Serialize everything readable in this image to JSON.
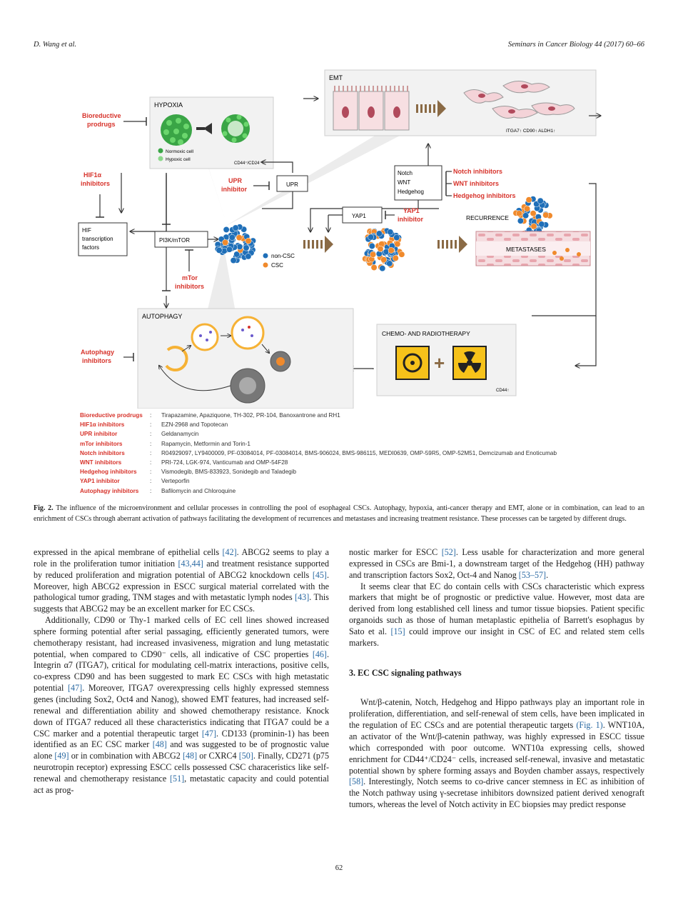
{
  "header": {
    "left": "D. Wang et al.",
    "right": "Seminars in Cancer Biology 44 (2017) 60–66"
  },
  "figure": {
    "emt_title": "EMT",
    "emt_markers": "ITGA7↑ CD90↑ ALDH1↑",
    "hypoxia_title": "HYPOXIA",
    "normoxic_cell": "Normoxic cell",
    "hypoxic_cell": "Hypoxic cell",
    "hypoxia_marker": "CD44⁺/CD24⁻↑",
    "bioreductive_1": "Bioreductive",
    "bioreductive_2": "prodrugs",
    "hif1a_1": "HIF1α",
    "hif1a_2": "inhibitors",
    "upr_inhibitor_1": "UPR",
    "upr_inhibitor_2": "inhibitor",
    "upr_box": "UPR",
    "notch": "Notch",
    "wnt": "WNT",
    "hedgehog": "Hedgehog",
    "notch_inhibitors": "Notch inhibitors",
    "wnt_inhibitors": "WNT inhibitors",
    "hedgehog_inhibitors": "Hedgehog inhibitors",
    "hif_box_1": "HIF",
    "hif_box_2": "transcription",
    "hif_box_3": "factors",
    "pi3k_box": "PI3K/mTOR",
    "yap1_box": "YAP1",
    "yap1_inhibitor_1": "YAP1",
    "yap1_inhibitor_2": "inhibitor",
    "recurrence": "RECURRENCE",
    "metastases": "METASTASES",
    "non_csc": "non-CSC",
    "csc": "CSC",
    "mtor_1": "mTor",
    "mtor_2": "inhibitors",
    "autophagy_title": "AUTOPHAGY",
    "autophagy_inh_1": "Autophagy",
    "autophagy_inh_2": "inhibitors",
    "chemo_title": "CHEMO- AND RADIOTHERAPY",
    "chemo_marker": "CD44↑",
    "plus": "+"
  },
  "legend": [
    {
      "name": "Bioreductive prodrugs",
      "desc": "Tirapazamine, Apaziquone, TH-302, PR-104, Banoxantrone and RH1"
    },
    {
      "name": "HIF1α inhibitors",
      "desc": "EZN-2968 and Topotecan"
    },
    {
      "name": "UPR inhibitor",
      "desc": "Geldanamycin"
    },
    {
      "name": "mTor inhibitors",
      "desc": "Rapamycin, Metformin and Torin-1"
    },
    {
      "name": "Notch inhibitors",
      "desc": "R04929097, LY9400009, PF-03084014, PF-03084014, BMS-906024, BMS-986115, MEDI0639, OMP-59R5, OMP-52M51, Demcizumab and Enoticumab"
    },
    {
      "name": "WNT inhibitors",
      "desc": "PRI-724, LGK-974, Vanticumab and OMP-54F28"
    },
    {
      "name": "Hedgehog inhibitors",
      "desc": "Vismodegib, BMS-833923, Sonidegib and Taladegib"
    },
    {
      "name": "YAP1 inhibitor",
      "desc": "Verteporfin"
    },
    {
      "name": "Autophagy inhibitors",
      "desc": "Bafilomycin and Chloroquine"
    }
  ],
  "legend_colon": ":",
  "caption": {
    "label": "Fig. 2.",
    "text": " The influence of the microenvironment and cellular processes in controlling the pool of esophageal CSCs. Autophagy, hypoxia, anti-cancer therapy and EMT, alone or in combination, can lead to an enrichment of CSCs through aberrant activation of pathways facilitating the development of recurrences and metastases and increasing treatment resistance. These processes can be targeted by different drugs."
  },
  "left_col": {
    "p1": [
      "expressed in the apical membrane of epithelial cells ",
      "[42]",
      ". ABCG2 seems to play a role in the proliferation tumor initiation ",
      "[43,44]",
      " and treatment resistance supported by reduced proliferation and migration potential of ABCG2 knockdown cells ",
      "[45]",
      ". Moreover, high ABCG2 expression in ESCC surgical material correlated with the pathological tumor grading, TNM stages and with metastatic lymph nodes ",
      "[43]",
      ". This suggests that ABCG2 may be an excellent marker for EC CSCs."
    ],
    "p2": [
      "Additionally, CD90 or Thy-1 marked cells of EC cell lines showed increased sphere forming potential after serial passaging, efficiently generated tumors, were chemotherapy resistant, had increased invasiveness, migration and lung metastatic potential, when compared to CD90⁻ cells, all indicative of CSC properties ",
      "[46]",
      ". Integrin α7 (ITGA7), critical for modulating cell-matrix interactions, positive cells, co-express CD90 and has been suggested to mark EC CSCs with high metastatic potential ",
      "[47]",
      ". Moreover, ITGA7 overexpressing cells highly expressed stemness genes (including Sox2, Oct4 and Nanog), showed EMT features, had increased self-renewal and differentiation ability and showed chemotherapy resistance. Knock down of ITGA7 reduced all these characteristics indicating that ITGA7 could be a CSC marker and a potential therapeutic target ",
      "[47]",
      ". CD133 (prominin-1) has been identified as an EC CSC marker ",
      "[48]",
      " and was suggested to be of prognostic value alone ",
      "[49]",
      " or in combination with ABCG2 ",
      "[48]",
      " or CXRC4 ",
      "[50]",
      ". Finally, CD271 (p75 neurotropin receptor) expressing ESCC cells possessed CSC characeristics like self-renewal and chemotherapy resistance ",
      "[51]",
      ", metastatic capacity and could potential act as prog-"
    ]
  },
  "right_col": {
    "p1": [
      "nostic marker for ESCC ",
      "[52]",
      ". Less usable for characterization and more general expressed in CSCs are Bmi-1, a downstream target of the Hedgehog (HH) pathway and transcription factors Sox2, Oct-4 and Nanog ",
      "[53–57]",
      "."
    ],
    "p2": [
      "It seems clear that EC do contain cells with CSCs characteristic which express markers that might be of prognostic or predictive value. However, most data are derived from long established cell liness and tumor tissue biopsies. Patient specific organoids such as those of human metaplastic epithelia of Barrett's esophagus by Sato et al. ",
      "[15]",
      " could improve our insight in CSC of EC and related stem cells markers."
    ],
    "section": "3. EC CSC signaling pathways",
    "p3": [
      "Wnt/β-catenin, Notch, Hedgehog and Hippo pathways play an important role in proliferation, differentiation, and self-renewal of stem cells, have been implicated in the regulation of EC CSCs and are potential therapeutic targets ",
      "(Fig. 1)",
      ". WNT10A, an activator of the Wnt/β-catenin pathway, was highly expressed in ESCC tissue which corresponded with poor outcome. WNT10a expressing cells, showed enrichment for CD44⁺/CD24⁻ cells, increased self-renewal, invasive and metastatic potential shown by sphere forming assays and Boyden chamber assays, respectively ",
      "[58]",
      ". Interestingly, Notch seems to co-drive cancer stemness in EC as inhibition of the Notch pathway using γ-secretase inhibitors downsized patient derived xenograft tumors, whereas the level of Notch activity in EC biopsies may predict response"
    ]
  },
  "page_number": "62",
  "colors": {
    "red": "#d7332b",
    "blue": "#1f6fb8",
    "orange": "#f08a2c",
    "green": "#3aa546",
    "ref": "#2b6aa3"
  }
}
